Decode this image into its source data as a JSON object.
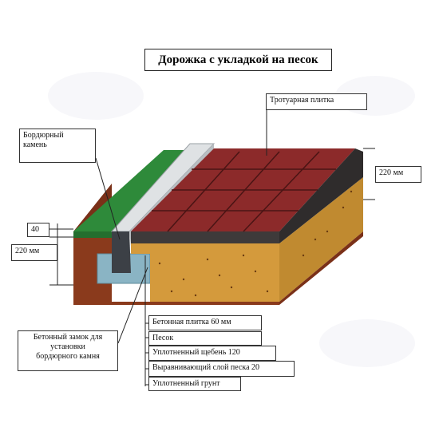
{
  "title": "Дорожка с укладкой на песок",
  "labels": {
    "paving_tile": "Тротуарная  плитка",
    "curb_stone_1": "Бордюрный",
    "curb_stone_2": "камень",
    "height_right": "220 мм",
    "dim_40": "40",
    "height_left": "220 мм",
    "concrete_lock_1": "Бетонный замок для",
    "concrete_lock_2": "установки",
    "concrete_lock_3": "бордюрного камня"
  },
  "layers": [
    "Бетонная  плитка 60 мм",
    "Песок",
    "Уплотненный щебень 120",
    "Выравнивающий слой песка 20",
    "Уплотненный грунт"
  ],
  "colors": {
    "tile": "#8c2a2a",
    "tile_dark": "#5e1818",
    "sand": "#d49a3c",
    "soil": "#8a3a1c",
    "grass": "#2e8a3a",
    "curb": "#cfd3d6",
    "concrete": "#8ab4c4"
  }
}
